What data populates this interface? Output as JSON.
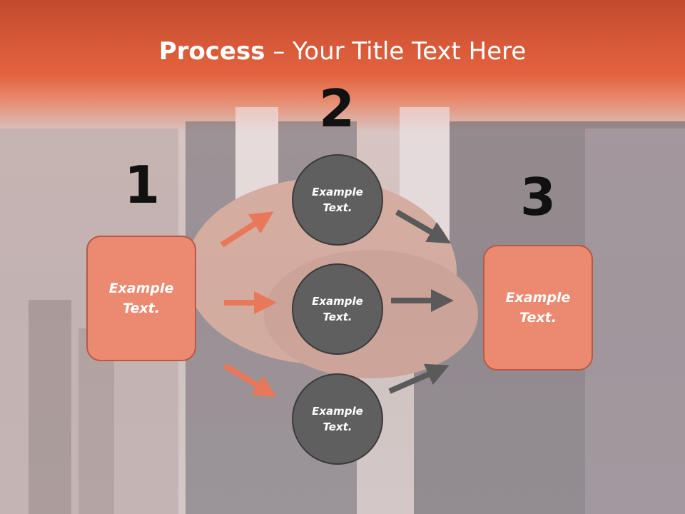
{
  "title": {
    "bold": "Process",
    "rest": " – Your Title Text Here"
  },
  "steps": {
    "one": "1",
    "two": "2",
    "three": "3"
  },
  "left_box": {
    "text": "Example Text."
  },
  "circles": [
    {
      "text": "Example Text."
    },
    {
      "text": "Example Text."
    },
    {
      "text": "Example Text."
    }
  ],
  "right_box": {
    "text": "Example Text."
  },
  "colors": {
    "header": "#e4633f",
    "box": "#ec8a71",
    "circle": "#5f5f5f",
    "arrow_orange": "#e9775a",
    "arrow_gray": "#5a5a5a"
  }
}
